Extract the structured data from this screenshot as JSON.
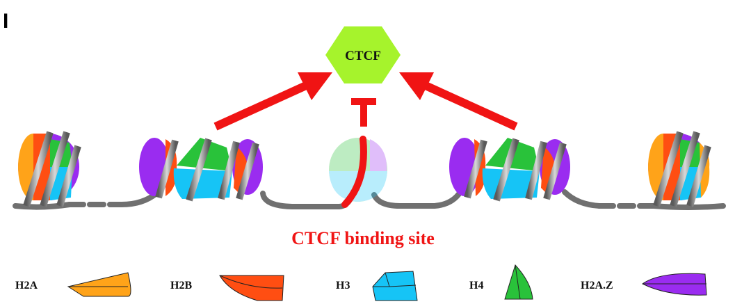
{
  "panel_letter": "I",
  "protein": {
    "label": "CTCF"
  },
  "site_label": "CTCF binding site",
  "legend": [
    {
      "label": "H2A",
      "color": "#FFA319"
    },
    {
      "label": "H2B",
      "color": "#FF4E12"
    },
    {
      "label": "H3",
      "color": "#16C4F6"
    },
    {
      "label": "H4",
      "color": "#29C23A"
    },
    {
      "label": "H2A.Z",
      "color": "#9A2CF0"
    }
  ],
  "colors": {
    "ctcf_fill": "#A6F32C",
    "activation_arrow": "#F01414",
    "dna": "#707070",
    "faded_nucleosome_opacity": 0.3
  }
}
